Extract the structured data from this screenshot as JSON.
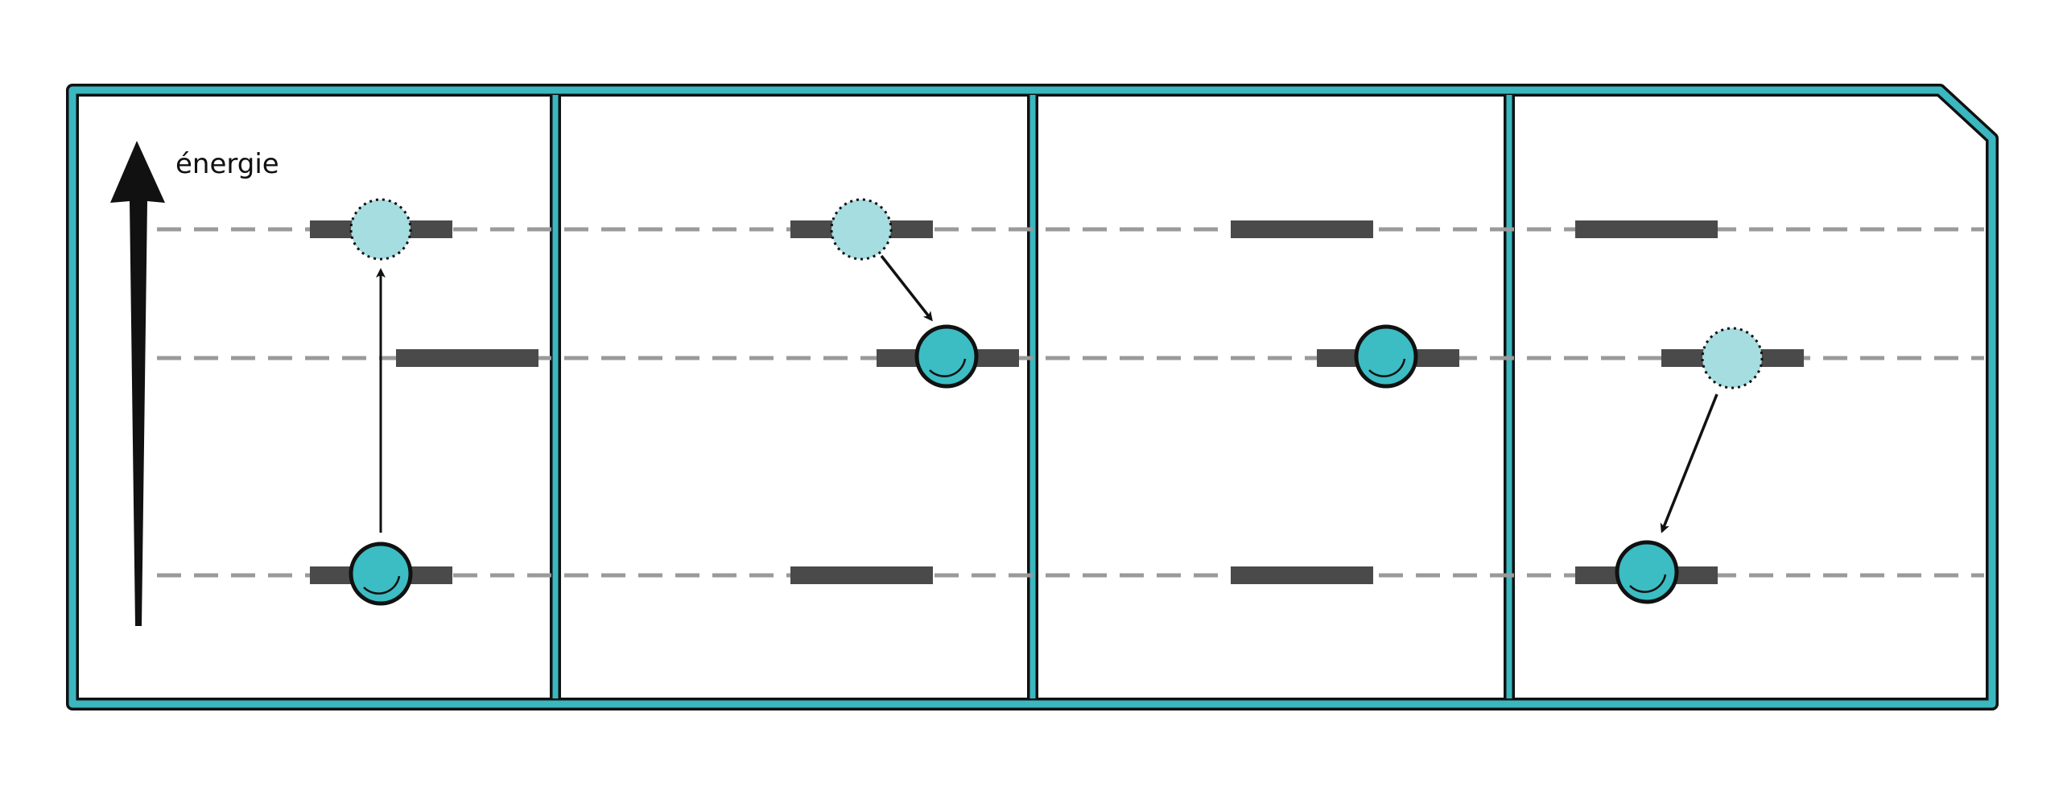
{
  "axis": {
    "label": "énergie"
  },
  "colors": {
    "frame_teal": "#3bb7c0",
    "outline": "#111111",
    "electron_filled": "#3cbcc3",
    "electron_ghost": "#a6dde0",
    "level_bar": "#4a4a4a",
    "guide_line": "#9a9a9a",
    "background": "#ffffff"
  },
  "panels": [
    {
      "name": "panel-1-absorption",
      "electron_level": "bottom",
      "ghost_level": "top",
      "transition": "bottom-to-top"
    },
    {
      "name": "panel-2-relaxation",
      "electron_level": "middle",
      "ghost_level": "top",
      "transition": "top-to-middle"
    },
    {
      "name": "panel-3-metastable",
      "electron_level": "middle",
      "ghost_level": null,
      "transition": null
    },
    {
      "name": "panel-4-emission",
      "electron_level": "bottom",
      "ghost_level": "middle",
      "transition": "middle-to-bottom"
    }
  ],
  "levels": [
    "top",
    "middle",
    "bottom"
  ]
}
